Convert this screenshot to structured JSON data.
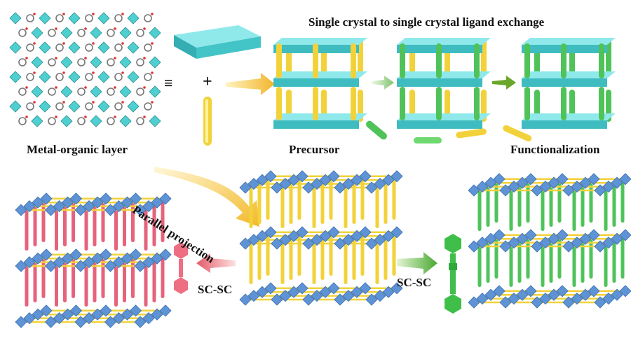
{
  "labels": {
    "title": "Single crystal to single crystal ligand exchange",
    "metal_organic_layer": "Metal-organic layer",
    "precursor": "Precursor",
    "functionalization": "Functionalization",
    "parallel_projection": "Parallel projection",
    "sc_sc_left": "SC-SC",
    "sc_sc_right": "SC-SC",
    "equiv_symbol": "≡",
    "plus_symbol": "+"
  },
  "colors": {
    "layer_slab": "#4fcfcf",
    "pillar_yellow": "#f2d23a",
    "pillar_green": "#4fc35a",
    "pillar_pink": "#e6637c",
    "octahedron_blue": "#5e93d6",
    "arrow_yellow": "#f5c445",
    "arrow_green": "#6cc24a",
    "arrow_pink": "#ea7f86"
  }
}
